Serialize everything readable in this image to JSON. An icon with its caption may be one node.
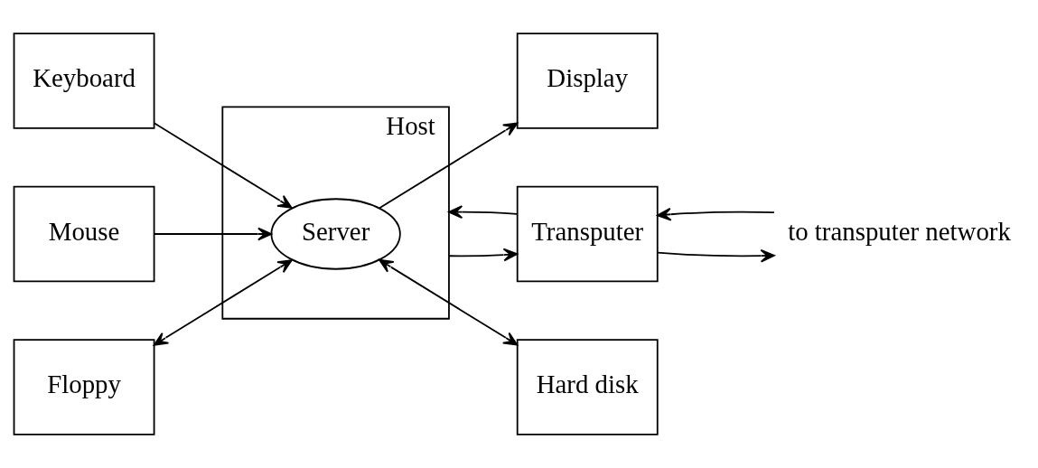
{
  "diagram": {
    "nodes": [
      {
        "text": [
          "Keyboard"
        ]
      },
      {
        "text": [
          "Display"
        ]
      },
      {
        "text": [
          "Host"
        ]
      },
      {
        "text": [
          "Server"
        ],
        "in": 2
      },
      {
        "text": [
          "Mouse"
        ]
      },
      {
        "text": [
          "Transputer"
        ]
      },
      {
        "text": [
          "Floppy"
        ]
      },
      {
        "text": [
          "Hard disk"
        ]
      },
      {
        "text": [
          "to transputer network"
        ]
      }
    ],
    "edges": [
      {
        "from": 0,
        "to": 3,
        "arrow": "to"
      },
      {
        "from": 3,
        "to": 1,
        "arrow": "to"
      },
      {
        "from": 4,
        "to": 3,
        "arrow": "to"
      },
      {
        "from": 6,
        "to": 3,
        "arrow": "both"
      },
      {
        "from": 3,
        "to": 7,
        "arrow": "both"
      },
      {
        "from": 2,
        "to": 5,
        "arrow": "to"
      },
      {
        "from": 5,
        "to": 2,
        "arrow": "to"
      },
      {
        "from": 8,
        "to": 5,
        "arrow": "to"
      },
      {
        "from": 5,
        "to": 8,
        "arrow": "to"
      }
    ]
  }
}
